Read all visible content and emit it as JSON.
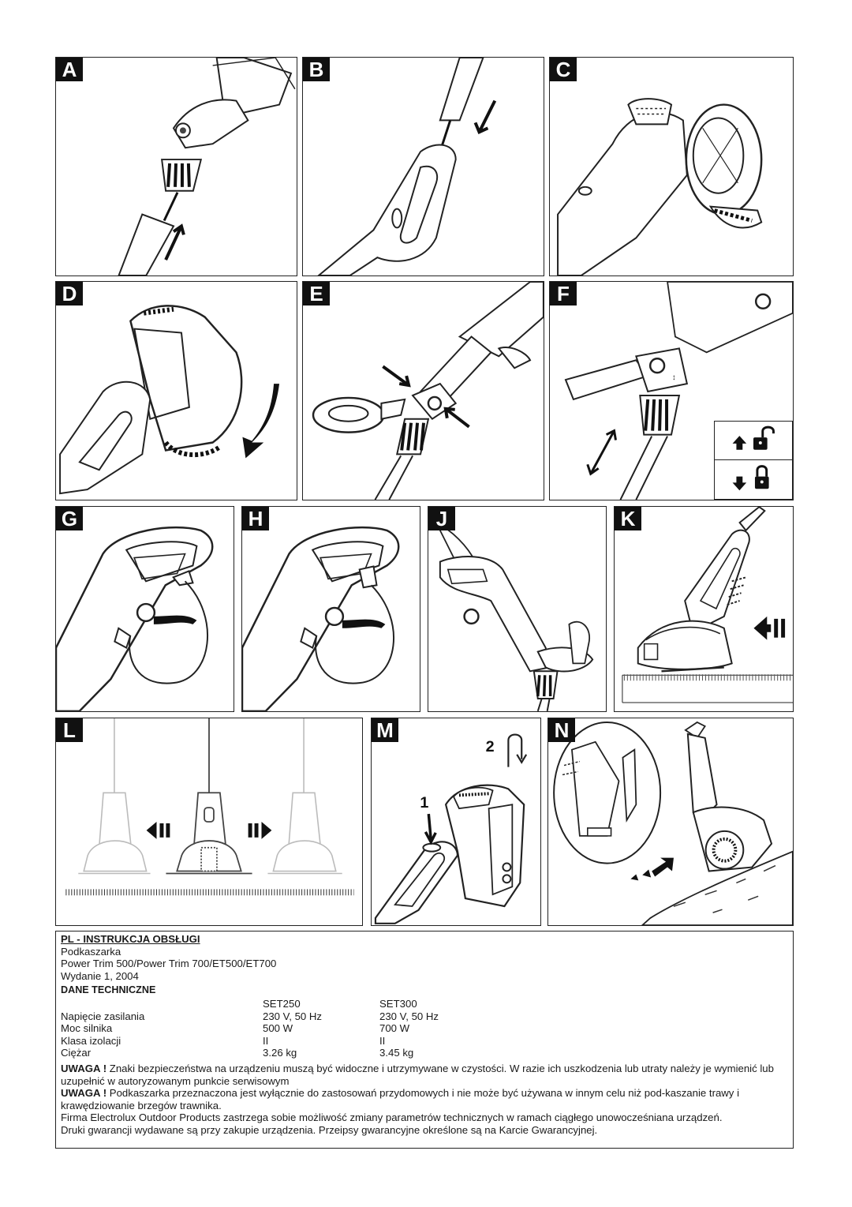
{
  "panels": [
    {
      "id": "A",
      "label": "A"
    },
    {
      "id": "B",
      "label": "B"
    },
    {
      "id": "C",
      "label": "C"
    },
    {
      "id": "D",
      "label": "D"
    },
    {
      "id": "E",
      "label": "E"
    },
    {
      "id": "F",
      "label": "F"
    },
    {
      "id": "G",
      "label": "G"
    },
    {
      "id": "H",
      "label": "H"
    },
    {
      "id": "J",
      "label": "J"
    },
    {
      "id": "K",
      "label": "K"
    },
    {
      "id": "L",
      "label": "L"
    },
    {
      "id": "M",
      "label": "M"
    },
    {
      "id": "N",
      "label": "N"
    }
  ],
  "step_numbers": {
    "one": "1",
    "two": "2"
  },
  "icons": {
    "unlock": "arrow-up-unlock-icon",
    "lock": "arrow-down-lock-icon"
  },
  "document": {
    "heading": "PL - INSTRUKCJA OBSŁUGI",
    "product": "Podkaszarka",
    "models": "Power Trim 500/Power Trim 700/ET500/ET700",
    "edition": "Wydanie 1, 2004",
    "tech_heading": "DANE TECHNICZNE",
    "spec_header": [
      "",
      "SET250",
      "SET300"
    ],
    "spec_rows": [
      [
        "Napięcie zasilania",
        "230 V, 50 Hz",
        "230 V, 50 Hz"
      ],
      [
        "Moc silnika",
        "500 W",
        "700 W"
      ],
      [
        "Klasa izolacji",
        "II",
        "II"
      ],
      [
        "Ciężar",
        "3.26 kg",
        "3.45  kg"
      ]
    ],
    "warning1_label": "UWAGA !",
    "warning1_text": " Znaki bezpieczeństwa na urządzeniu muszą być widoczne i utrzymywane w czystości.  W razie ich uszkodzenia lub utraty należy je wymienić lub uzupełnić w autoryzowanym punkcie serwisowym",
    "warning2_label": "UWAGA !",
    "warning2_text": " Podkaszarka przeznaczona jest wyłącznie do zastosowań przydomowych i nie może być używana w innym celu niż pod-kaszanie trawy i krawędziowanie brzegów trawnika.",
    "note1": "Firma Electrolux Outdoor Products zastrzega sobie możliwość zmiany parametrów technicznych w ramach ciągłego unowocześniana urządzeń.",
    "note2": "Druki gwarancji wydawane są przy zakupie urządzenia.  Przeipsy gwarancyjne określone są na Karcie Gwarancyjnej."
  }
}
